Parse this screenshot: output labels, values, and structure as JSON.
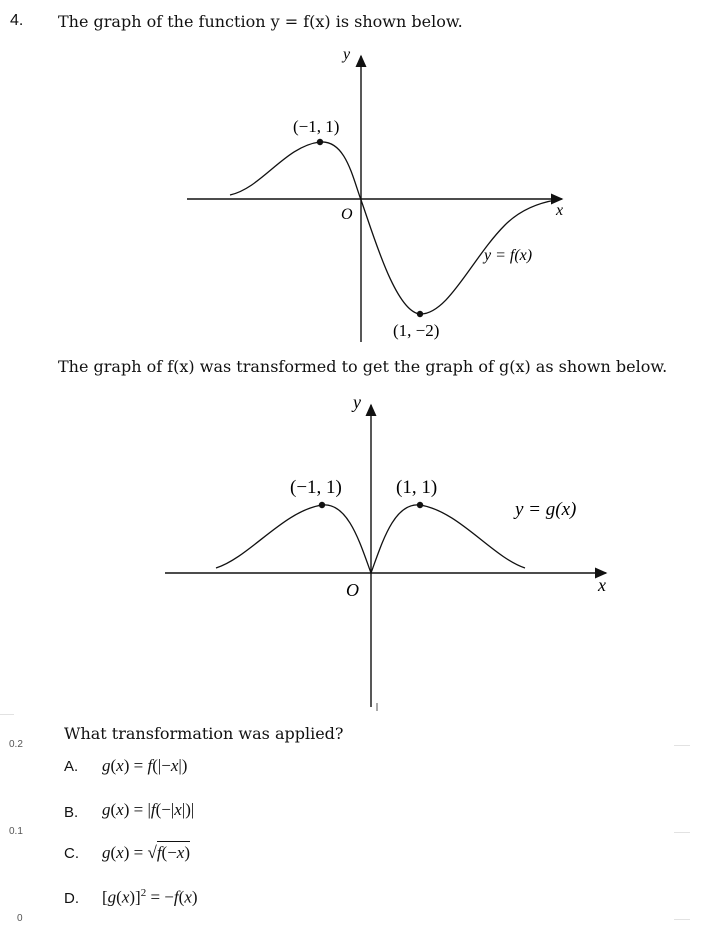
{
  "question": {
    "number": "4.",
    "intro": "The graph of the function y = f(x) is shown below.",
    "transform_text": "The graph of f(x) was transformed to get the graph of g(x) as shown below.",
    "prompt": "What transformation was applied?"
  },
  "graph_f": {
    "x_axis": "x",
    "y_axis": "y",
    "origin": "O",
    "curve_label": "y = f(x)",
    "point_max": "(−1, 1)",
    "point_min": "(1, −2)"
  },
  "graph_g": {
    "x_axis": "x",
    "y_axis": "y",
    "origin": "O",
    "curve_label": "y = g(x)",
    "point_left": "(−1, 1)",
    "point_right": "(1, 1)"
  },
  "options": [
    {
      "letter": "A.",
      "expr": "g(x) = f(|−x|)"
    },
    {
      "letter": "B.",
      "expr": "g(x) = |f(−|x|)|"
    },
    {
      "letter": "C.",
      "expr": "g(x) = √f(−x)"
    },
    {
      "letter": "D.",
      "expr": "[g(x)]² = −f(x)"
    }
  ],
  "side_ticks": [
    "0.2",
    "0.1",
    "0"
  ]
}
